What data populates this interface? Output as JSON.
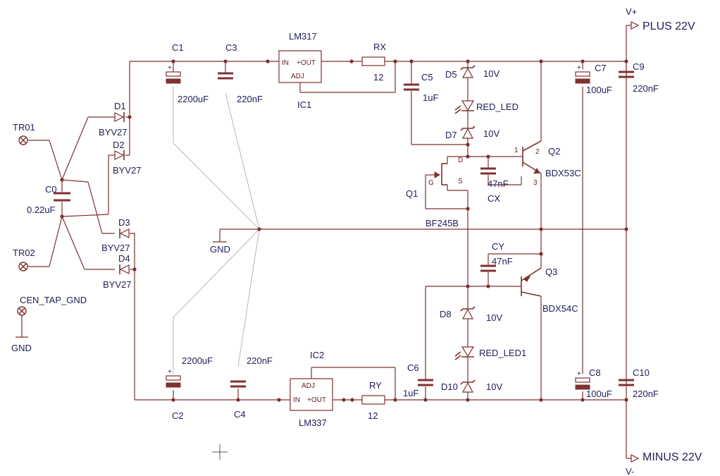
{
  "labels": {
    "v_plus": "V+",
    "v_minus": "V-",
    "plus_22v": "PLUS 22V",
    "minus_22v": "MINUS 22V",
    "gnd_center": "GND",
    "gnd_left": "GND",
    "cen_tap": "CEN_TAP_GND"
  },
  "terminals": {
    "tr01": "TR01",
    "tr02": "TR02"
  },
  "c0": {
    "name": "C0",
    "value": "0.22uF"
  },
  "diodes": {
    "d1": {
      "name": "D1",
      "value": "BYV27"
    },
    "d2": {
      "name": "D2",
      "value": "BYV27"
    },
    "d3": {
      "name": "D3",
      "value": "BYV27"
    },
    "d4": {
      "name": "D4",
      "value": "BYV27"
    }
  },
  "caps": {
    "c1": {
      "name": "C1",
      "value": "2200uF"
    },
    "c2": {
      "name": "C2",
      "value": "2200uF"
    },
    "c3": {
      "name": "C3",
      "value": "220nF"
    },
    "c4": {
      "name": "C4",
      "value": "220nF"
    },
    "c5": {
      "name": "C5",
      "value": "1uF"
    },
    "c6": {
      "name": "C6",
      "value": "1uF"
    },
    "c7": {
      "name": "C7",
      "value": "100uF"
    },
    "c8": {
      "name": "C8",
      "value": "100uF"
    },
    "c9": {
      "name": "C9",
      "value": "220nF"
    },
    "c10": {
      "name": "C10",
      "value": "220nF"
    },
    "cx": {
      "name": "CX",
      "value": "47nF"
    },
    "cy": {
      "name": "CY",
      "value": "47nF"
    }
  },
  "regulators": {
    "ic1": {
      "name": "IC1",
      "part": "LM317",
      "in": "IN",
      "out": "+OUT",
      "adj": "ADJ"
    },
    "ic2": {
      "name": "IC2",
      "part": "LM337",
      "in": "IN",
      "out": "+OUT",
      "adj": "ADJ"
    }
  },
  "resistors": {
    "rx": {
      "name": "RX",
      "value": "12"
    },
    "ry": {
      "name": "RY",
      "value": "12"
    }
  },
  "zeners": {
    "d5": {
      "name": "D5",
      "value": "10V"
    },
    "d7": {
      "name": "D7",
      "value": "10V"
    },
    "d8": {
      "name": "D8",
      "value": "10V"
    },
    "d10": {
      "name": "D10",
      "value": "10V"
    }
  },
  "leds": {
    "top": "RED_LED",
    "bottom": "RED_LED1"
  },
  "transistors": {
    "q1": {
      "name": "Q1",
      "part": "BF245B",
      "pin_d": "D",
      "pin_g": "G",
      "pin_s": "S"
    },
    "q2": {
      "name": "Q2",
      "part": "BDX53C",
      "pin_1": "1",
      "pin_2": "2",
      "pin_3": "3"
    },
    "q3": {
      "name": "Q3",
      "part": "BDX54C"
    }
  }
}
